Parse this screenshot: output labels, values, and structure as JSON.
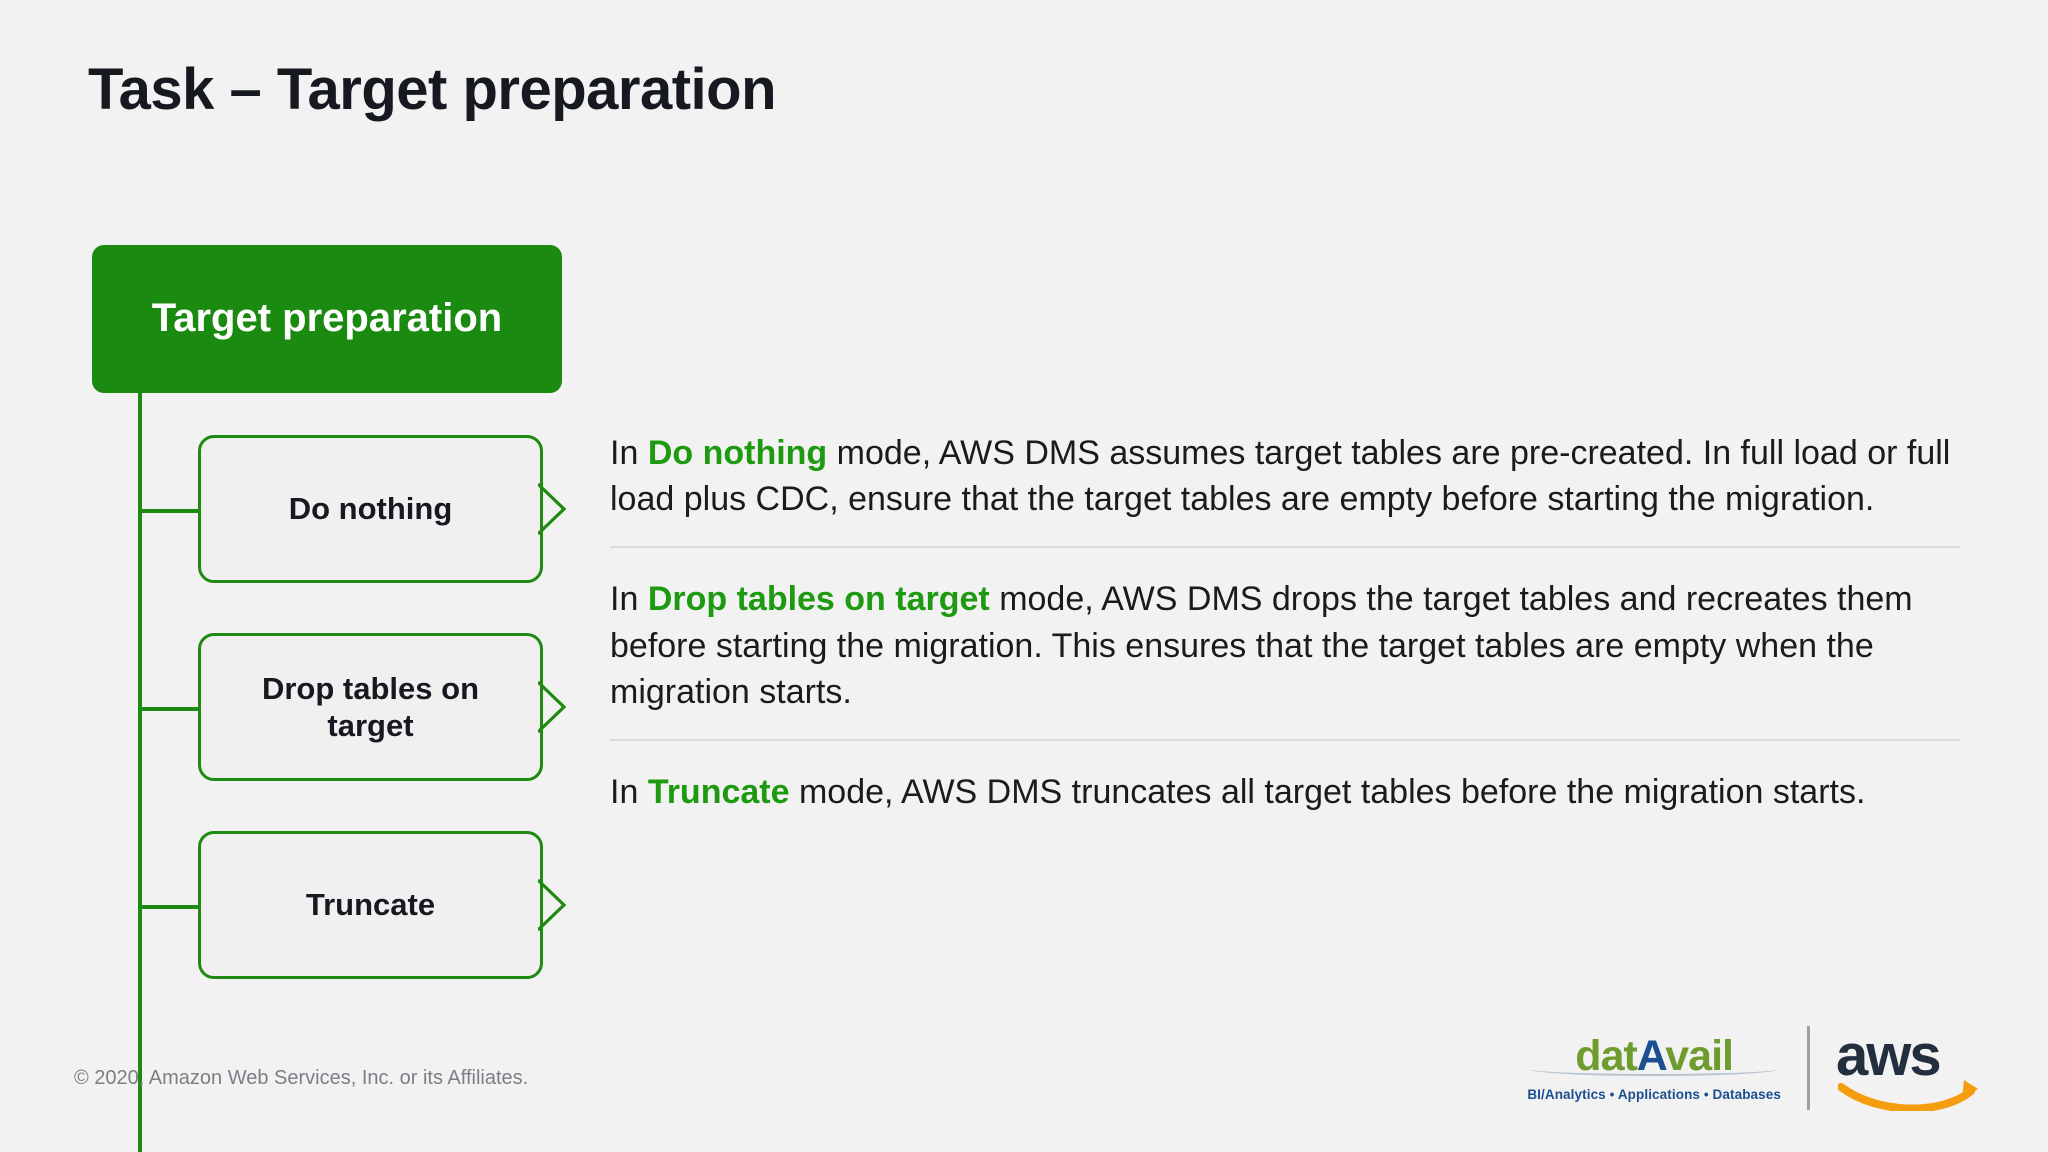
{
  "slide": {
    "title": "Task – Target preparation",
    "background_color": "#f2f2f2"
  },
  "colors": {
    "brand_green": "#1b8a10",
    "border_green": "#1f8a12",
    "highlight_green": "#1d9a10",
    "text_dark": "#1b1b1b",
    "aws_navy": "#232f3e",
    "aws_orange": "#f59d0e",
    "datavail_green": "#6f9c2f",
    "datavail_blue": "#1b4f8f",
    "divider_gray": "#dadada"
  },
  "diagram": {
    "root_label": "Target preparation",
    "nodes": [
      {
        "label": "Do nothing"
      },
      {
        "label": "Drop tables on target"
      },
      {
        "label": "Truncate"
      }
    ]
  },
  "descriptions": [
    {
      "lead": "In ",
      "highlight": "Do nothing",
      "rest": " mode, AWS DMS assumes target tables are pre-created. In full load or full load plus CDC, ensure that the target tables are empty before starting the migration."
    },
    {
      "lead": "In ",
      "highlight": "Drop tables on target",
      "rest": " mode, AWS DMS drops the target tables and recreates them before starting the migration. This ensures that the target tables are empty when the migration starts."
    },
    {
      "lead": "In ",
      "highlight": "Truncate",
      "rest": " mode, AWS DMS truncates all target tables before the migration starts."
    }
  ],
  "footer": {
    "copyright": "© 2020, Amazon Web Services, Inc. or its Affiliates.",
    "datavail": {
      "part1": "dat",
      "part2": "A",
      "part3": "vail",
      "tagline": "BI/Analytics • Applications • Databases"
    },
    "aws": {
      "wordmark": "aws"
    }
  }
}
